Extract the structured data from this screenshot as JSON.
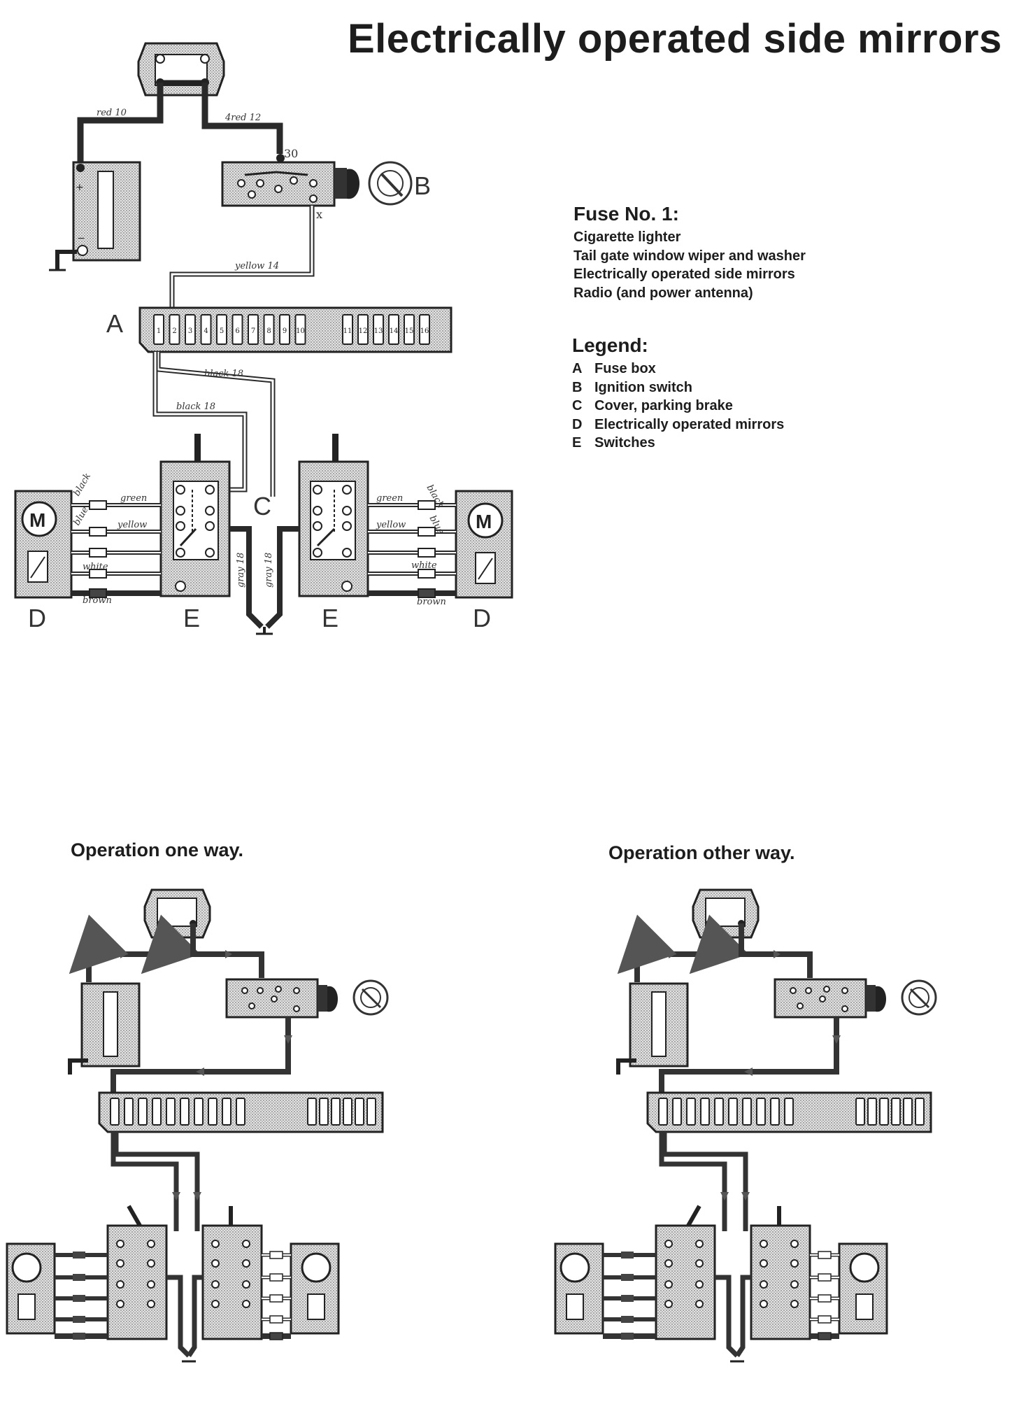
{
  "title": "Electrically operated side mirrors",
  "fuse": {
    "heading": "Fuse No. 1:",
    "items": [
      "Cigarette lighter",
      "Tail gate window wiper and washer",
      "Electrically operated side mirrors",
      "Radio (and power antenna)"
    ]
  },
  "legend": {
    "heading": "Legend:",
    "items": [
      {
        "key": "A",
        "label": "Fuse box"
      },
      {
        "key": "B",
        "label": "Ignition switch"
      },
      {
        "key": "C",
        "label": "Cover, parking brake"
      },
      {
        "key": "D",
        "label": "Electrically operated mirrors"
      },
      {
        "key": "E",
        "label": "Switches"
      }
    ]
  },
  "diagram_labels": {
    "A": "A",
    "B": "B",
    "C": "C",
    "D": "D",
    "E": "E",
    "terminal_30": "30",
    "terminal_x": "x",
    "motor": "M"
  },
  "wires": {
    "red10": "red 10",
    "red12": "4red 12",
    "yellow14": "yellow 14",
    "black18a": "black 18",
    "black18b": "black 18",
    "green": "green",
    "yellow": "yellow",
    "white": "white",
    "brown": "brown",
    "black": "black",
    "blue": "blue",
    "gray18": "gray 18"
  },
  "fuse_numbers": [
    "1",
    "2",
    "3",
    "4",
    "5",
    "6",
    "7",
    "8",
    "9",
    "10",
    "11",
    "12",
    "13",
    "14",
    "15",
    "16"
  ],
  "captions": {
    "one_way": "Operation one way.",
    "other_way": "Operation other way."
  },
  "colors": {
    "ink": "#2a2a2a",
    "stipple": "#c9c9c9",
    "paper": "#ffffff"
  }
}
